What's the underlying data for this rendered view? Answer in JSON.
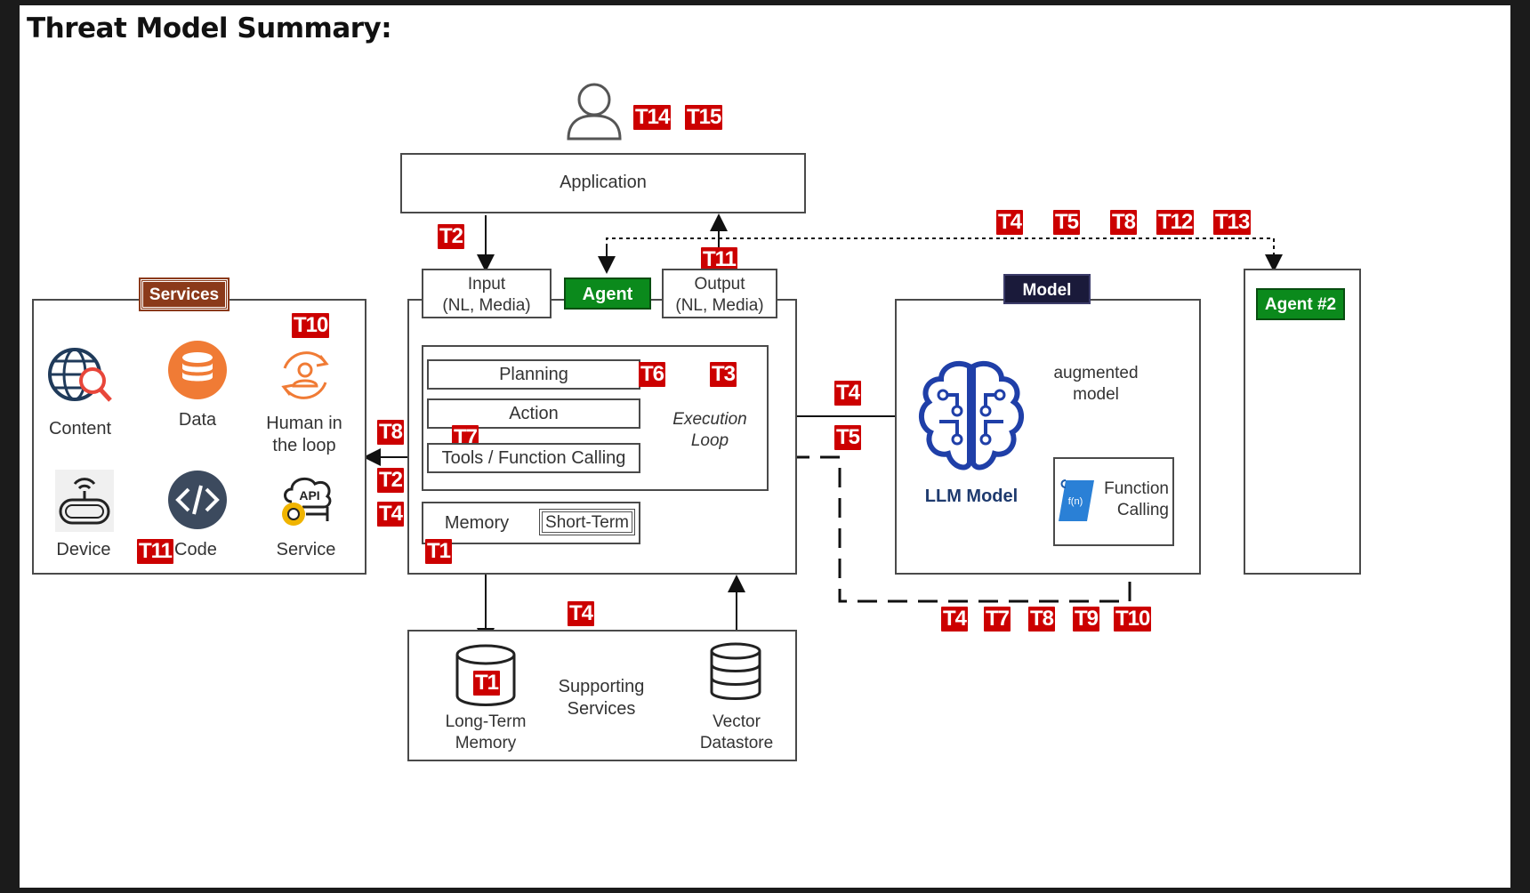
{
  "title": "Threat Model Summary:",
  "labels": {
    "application": "Application",
    "input": "Input\n(NL, Media)",
    "output": "Output\n(NL, Media)",
    "agent": "Agent",
    "services": "Services",
    "model": "Model",
    "agent2": "Agent #2",
    "planning": "Planning",
    "action": "Action",
    "tools": "Tools / Function Calling",
    "execution_loop": "Execution\nLoop",
    "memory": "Memory",
    "short_term": "Short-Term",
    "supporting_services": "Supporting\nServices",
    "long_term_memory": "Long-Term\nMemory",
    "vector_datastore": "Vector\nDatastore",
    "llm_model": "LLM Model",
    "augmented_model": "augmented\nmodel",
    "function_calling": "Function\nCalling",
    "fn_glyph": "f(n)",
    "api_glyph": "API"
  },
  "services": {
    "content": "Content",
    "data": "Data",
    "human": "Human in\nthe loop",
    "device": "Device",
    "code": "Code",
    "service": "Service"
  },
  "threats": {
    "user_a": "T14",
    "user_b": "T15",
    "app_input": "T2",
    "agent2_a": "T4",
    "agent2_b": "T5",
    "agent2_c": "T8",
    "agent2_d": "T12",
    "agent2_e": "T13",
    "output": "T11",
    "human": "T10",
    "planning_a": "T6",
    "planning_b": "T3",
    "tools": "T7",
    "svc_a": "T8",
    "svc_b": "T2",
    "svc_c": "T4",
    "code": "T11",
    "memory": "T1",
    "model_a": "T4",
    "model_b": "T5",
    "support": "T4",
    "longterm": "T1",
    "fc_a": "T4",
    "fc_b": "T7",
    "fc_c": "T8",
    "fc_d": "T9",
    "fc_e": "T10"
  },
  "colors": {
    "threat": "#cc0000",
    "agent_green": "#0b8a1c",
    "services_brown": "#8b3a1a",
    "model_navy": "#1a1a3a",
    "icon_blue": "#1f3fa8",
    "icon_orange": "#f07b35"
  }
}
